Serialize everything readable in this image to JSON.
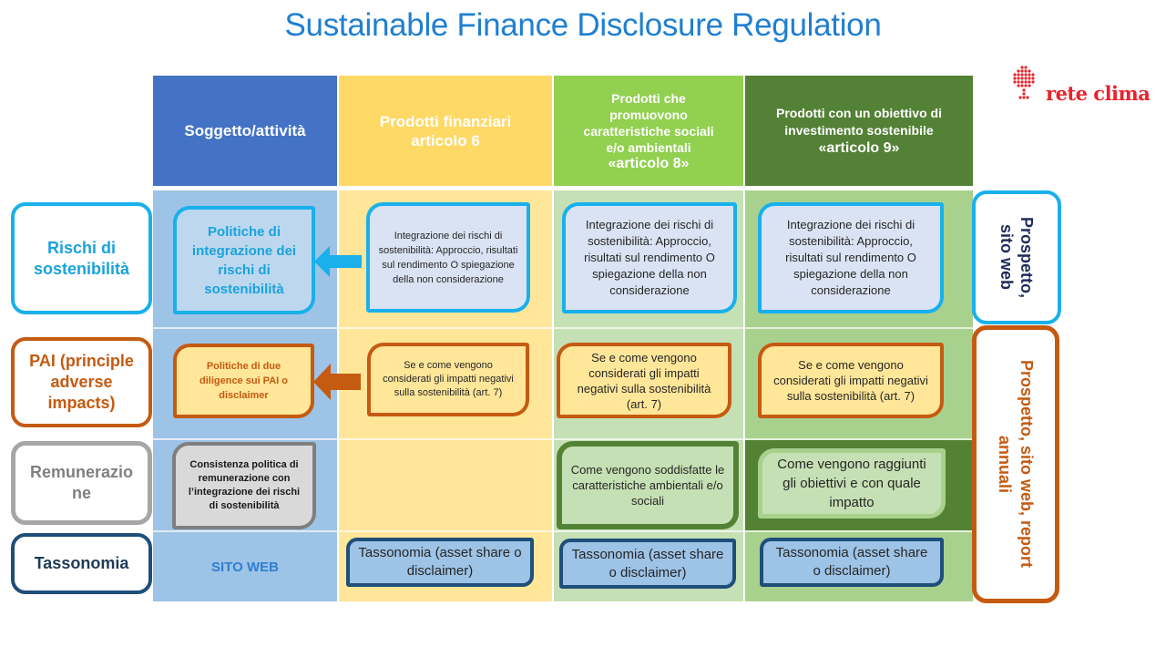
{
  "title": "Sustainable Finance Disclosure Regulation",
  "logo": {
    "text": "rete clima",
    "color": "#e8232e"
  },
  "columns": [
    {
      "label": "Soggetto/attività",
      "color": "#4472c4"
    },
    {
      "label": "Prodotti finanziari articolo 6",
      "color": "#ffd966"
    },
    {
      "label_lines": [
        "Prodotti che",
        "promuovono",
        "caratteristiche sociali",
        "e/o ambientali"
      ],
      "label_article": "«articolo 8»",
      "color": "#92d050"
    },
    {
      "label_lines": [
        "Prodotti con un obiettivo di",
        "investimento sostenibile"
      ],
      "label_article": "«articolo 9»",
      "color": "#538135"
    }
  ],
  "rows": [
    {
      "label": "Rischi di sostenibilità",
      "color": "#19b0ec",
      "cells": [
        "Politiche di integrazione dei rischi di sostenibilità",
        "Integrazione dei rischi di sostenibilità:  Approccio, risultati sul rendimento O spiegazione della non considerazione",
        "Integrazione dei rischi di sostenibilità:  Approccio, risultati sul rendimento O spiegazione della non considerazione",
        "Integrazione dei rischi di sostenibilità:  Approccio, risultati sul rendimento O spiegazione della non considerazione"
      ]
    },
    {
      "label": "PAI (principle adverse impacts)",
      "color": "#c55a11",
      "cells": [
        "Politiche di due diligence sui PAI o disclaimer",
        "Se e come vengono considerati gli impatti negativi sulla sostenibilità (art. 7)",
        "Se e come vengono considerati gli impatti negativi sulla sostenibilità (art. 7)",
        "Se e come vengono considerati gli impatti negativi sulla sostenibilità (art. 7)"
      ]
    },
    {
      "label": "Remunerazio ne",
      "color": "#a6a6a6",
      "cells": [
        "Consistenza politica di remunerazione con l’integrazione dei rischi di sostenibilità",
        "",
        "Come vengono soddisfatte le caratteristiche ambientali e/o sociali",
        "Come vengono raggiunti gli obiettivi e con quale impatto"
      ]
    },
    {
      "label": "Tassonomia",
      "color": "#1f4e79",
      "cells": [
        "SITO WEB",
        "Tassonomia (asset share o disclaimer)",
        "Tassonomia (asset share o disclaimer)",
        "Tassonomia (asset share o disclaimer)"
      ]
    }
  ],
  "channels": [
    {
      "label": "Prospetto, sito web",
      "color": "#19b0ec"
    },
    {
      "label": "Prospetto, sito web, report annuali",
      "color": "#c55a11"
    }
  ],
  "arrows": [
    {
      "name": "arrow-rischi",
      "direction": "left",
      "color": "#19b0ec"
    },
    {
      "name": "arrow-pai",
      "direction": "left",
      "color": "#c55a11"
    }
  ]
}
